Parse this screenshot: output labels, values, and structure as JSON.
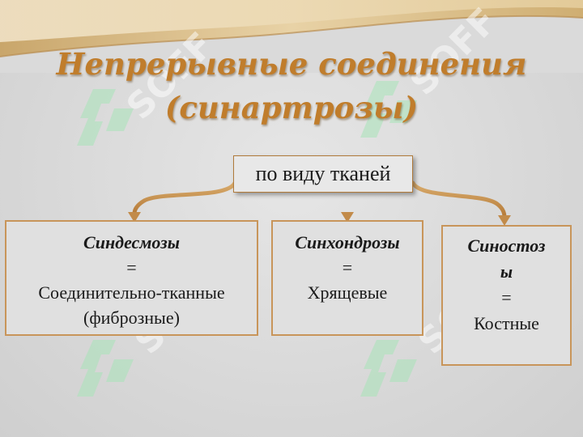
{
  "slide": {
    "title_line1": "Непрерывные соединения",
    "title_line2": "(синартрозы)",
    "root_label": "по виду тканей",
    "categories": [
      {
        "name": "Синдесмозы",
        "eq": "=",
        "desc_line1": "Соединительно-тканные",
        "desc_line2": "(фиброзные)"
      },
      {
        "name": "Синхондрозы",
        "eq": "=",
        "desc_line1": "Хрящевые"
      },
      {
        "name_line1": "Синостоз",
        "name_line2": "ы",
        "eq": "=",
        "desc_line1": "Костные"
      }
    ]
  },
  "colors": {
    "title": "#c07d2c",
    "arrow": "#c8955a",
    "box_border": "#c8955a",
    "background": "#dcdcdc"
  },
  "watermark": "SOFF"
}
